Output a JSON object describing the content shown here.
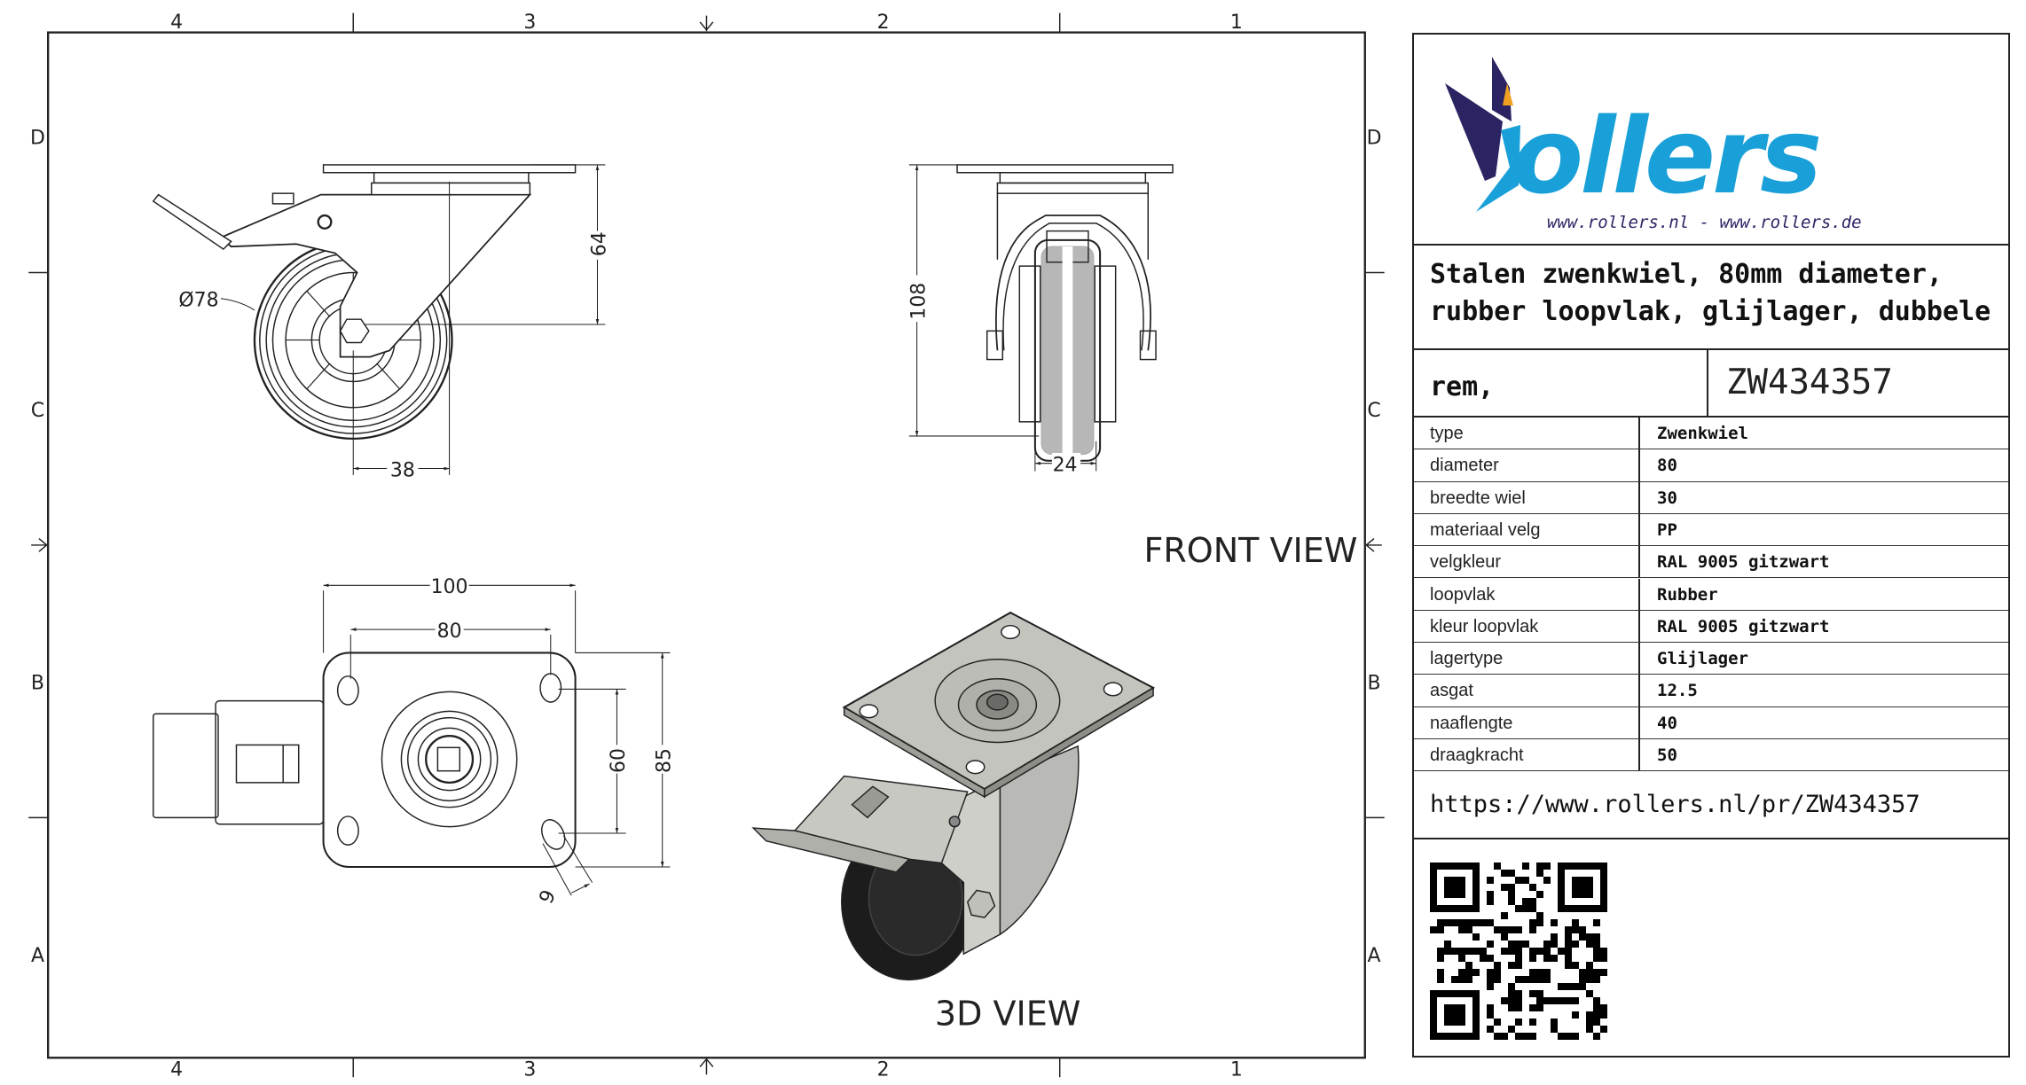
{
  "frame": {
    "col_labels_top": [
      "4",
      "3",
      "2",
      "1"
    ],
    "col_labels_bottom": [
      "4",
      "3",
      "2",
      "1"
    ],
    "row_labels_left": [
      "D",
      "C",
      "B",
      "A"
    ],
    "row_labels_right": [
      "D",
      "C",
      "B",
      "A"
    ]
  },
  "views": {
    "side": {
      "diameter_label": "Ø78",
      "height_dim": "64",
      "offset_dim": "38"
    },
    "front": {
      "title": "FRONT VIEW",
      "height_dim": "108",
      "width_dim": "24"
    },
    "top": {
      "plate_width": "100",
      "hole_spacing_x": "80",
      "hole_spacing_y": "60",
      "plate_depth": "85",
      "hole_dim": "9"
    },
    "iso": {
      "title": "3D VIEW"
    }
  },
  "title_block": {
    "logo": {
      "brand": "rollers",
      "urls": "www.rollers.nl  -  www.rollers.de",
      "colors": {
        "blue": "#1aa0d8",
        "navy": "#2b2463",
        "orange": "#f0a020"
      }
    },
    "description_lines": [
      "Stalen zwenkwiel, 80mm diameter,",
      "rubber loopvlak, glijlager, dubbele"
    ],
    "description_cont": "rem,",
    "article_code": "ZW434357",
    "specs": [
      {
        "key": "type",
        "value": "Zwenkwiel"
      },
      {
        "key": "diameter",
        "value": "80"
      },
      {
        "key": "breedte wiel",
        "value": "30"
      },
      {
        "key": "materiaal velg",
        "value": "PP"
      },
      {
        "key": "velgkleur",
        "value": "RAL 9005 gitzwart"
      },
      {
        "key": "loopvlak",
        "value": "Rubber"
      },
      {
        "key": "kleur loopvlak",
        "value": "RAL 9005 gitzwart"
      },
      {
        "key": "lagertype",
        "value": "Glijlager"
      },
      {
        "key": "asgat",
        "value": "12.5"
      },
      {
        "key": "naaflengte",
        "value": "40"
      },
      {
        "key": "draagkracht",
        "value": "50"
      }
    ],
    "url": "https://www.rollers.nl/pr/ZW434357"
  }
}
